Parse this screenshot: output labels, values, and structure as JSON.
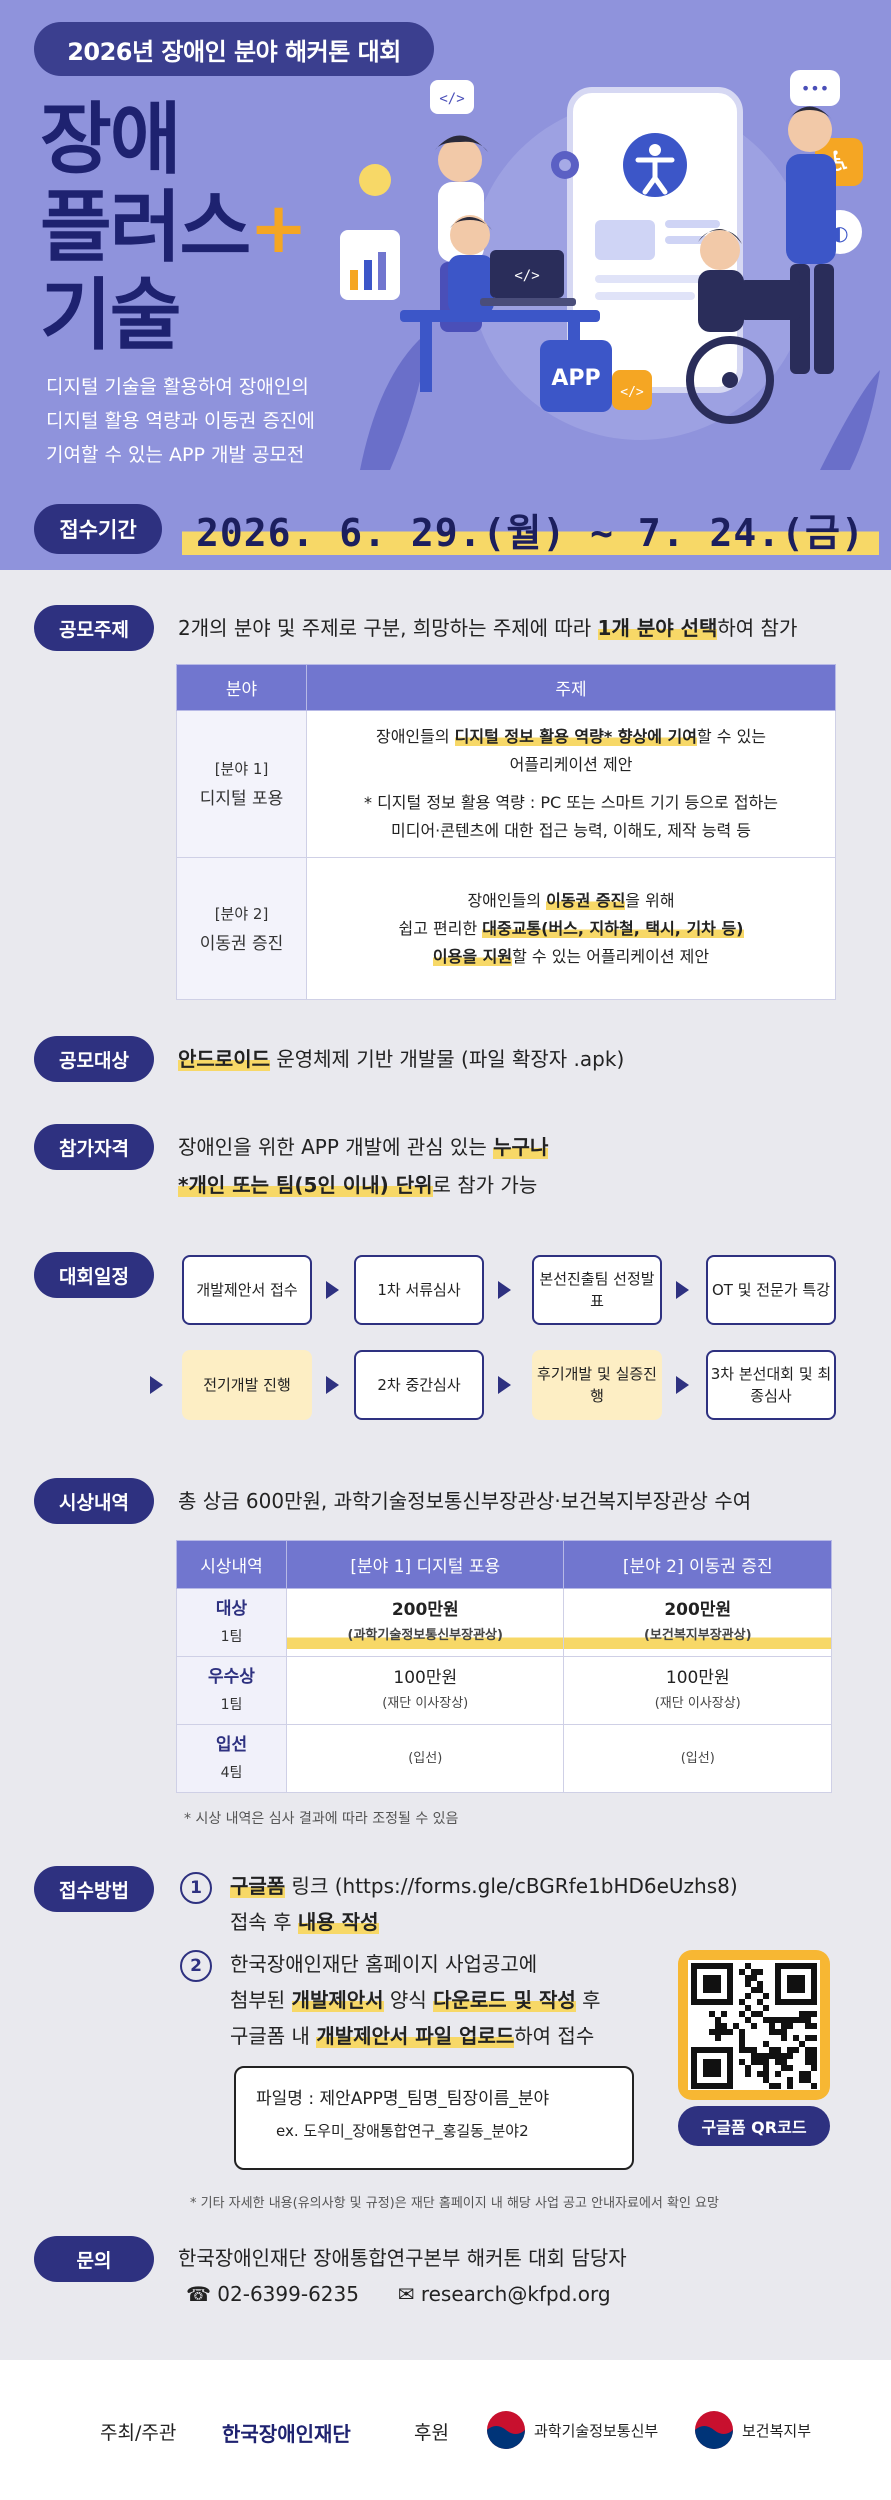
{
  "hero": {
    "badge": "2026년 장애인 분야 해커톤 대회",
    "title_line1": "장애",
    "title_line2": "플러스",
    "title_plus": "+",
    "title_line3": "기술",
    "desc_line1": "디지털 기술을 활용하여 장애인의",
    "desc_line2": "디지털 활용 역량과 이동권 증진에",
    "desc_line3": "기여할 수 있는 APP 개발 공모전",
    "app_tag": "APP",
    "period_label": "접수기간",
    "period_date": "2026. 6. 29.(월) ~ 7. 24.(금)"
  },
  "topic": {
    "label": "공모주제",
    "text_pre": "2개의 분야 및 주제로 구분, 희망하는 주제에 따라 ",
    "text_hl": "1개 분야 선택",
    "text_post": "하여 참가",
    "col_field": "분야",
    "col_topic": "주제",
    "rows": [
      {
        "field_a": "[분야 1]",
        "field_b": "디지털 포용",
        "line1_pre": "장애인들의 ",
        "line1_hl": "디지털 정보 활용 역량* 향상에 기여",
        "line1_post": "할 수 있는",
        "line2": "어플리케이션 제안",
        "line3": "*  디지털 정보 활용 역량 : PC 또는 스마트 기기 등으로 접하는",
        "line4": "미디어·콘텐츠에 대한 접근 능력, 이해도, 제작 능력 등"
      },
      {
        "field_a": "[분야 2]",
        "field_b": "이동권 증진",
        "line1_pre": "장애인들의 ",
        "line1_hl": "이동권 증진",
        "line1_post": "을 위해",
        "line2_pre": "쉽고 편리한 ",
        "line2_hl": "대중교통(버스, 지하철, 택시, 기차 등)",
        "line3_hl": "이용을 지원",
        "line3_post": "할 수 있는 어플리케이션 제안"
      }
    ]
  },
  "target": {
    "label": "공모대상",
    "text_hl": "안드로이드",
    "text_post": " 운영체제 기반 개발물 (파일 확장자 .apk)"
  },
  "qualification": {
    "label": "참가자격",
    "line1_pre": "장애인을 위한 APP 개발에 관심 있는 ",
    "line1_hl": "누구나",
    "line2_hl": "*개인 또는 팀(5인 이내) 단위",
    "line2_post": "로 참가 가능"
  },
  "schedule": {
    "label": "대회일정",
    "steps": [
      "개발제안서 접수",
      "1차 서류심사",
      "본선진출팀 선정발표",
      "OT 및 전문가 특강",
      "전기개발 진행",
      "2차 중간심사",
      "후기개발 및 실증진행",
      "3차 본선대회 및 최종심사"
    ]
  },
  "prize": {
    "label": "시상내역",
    "text": "총 상금 600만원, 과학기술정보통신부장관상·보건복지부장관상 수여",
    "col0": "시상내역",
    "col1": "[분야 1] 디지털 포용",
    "col2": "[분야 2] 이동권 증진",
    "rows": [
      {
        "cat": "대상",
        "team": "1팀",
        "v1": "200만원",
        "v1_sub": "(과학기술정보통신부장관상)",
        "v2": "200만원",
        "v2_sub": "(보건복지부장관상)"
      },
      {
        "cat": "우수상",
        "team": "1팀",
        "v1": "100만원",
        "v1_sub": "(재단 이사장상)",
        "v2": "100만원",
        "v2_sub": "(재단 이사장상)"
      },
      {
        "cat": "입선",
        "team": "4팀",
        "v1": "",
        "v1_sub": "(입선)",
        "v2": "",
        "v2_sub": "(입선)"
      }
    ],
    "note": "* 시상 내역은 심사 결과에 따라 조정될 수 있음"
  },
  "apply": {
    "label": "접수방법",
    "num1": "1",
    "s1_hl": "구글폼",
    "s1_post": " 링크 (https://forms.gle/cBGRfe1bHD6eUzhs8)",
    "s1_line2_pre": "접속 후 ",
    "s1_line2_hl": "내용 작성",
    "num2": "2",
    "s2_line1": "한국장애인재단 홈페이지 사업공고에",
    "s2_line2_pre": "첨부된 ",
    "s2_line2_hl1": "개발제안서",
    "s2_line2_mid": " 양식 ",
    "s2_line2_hl2": "다운로드 및 작성",
    "s2_line2_post": " 후",
    "s2_line3_pre": "구글폼 내 ",
    "s2_line3_hl": "개발제안서 파일 업로드",
    "s2_line3_post": "하여 접수",
    "file_line1": "파일명 : 제안APP명_팀명_팀장이름_분야",
    "file_line2": "ex. 도우미_장애통합연구_홍길동_분야2",
    "qr_label": "구글폼 QR코드",
    "note": "* 기타 자세한 내용(유의사항 및 규정)은 재단 홈페이지 내 해당 사업 공고 안내자료에서 확인 요망"
  },
  "contact": {
    "label": "문의",
    "org": "한국장애인재단 장애통합연구본부 해커톤 대회 담당자",
    "phone_icon": "☎",
    "phone": "02-6399-6235",
    "email_icon": "✉",
    "email": "research@kfpd.org"
  },
  "footer": {
    "host_label": "주최/주관",
    "host_name": "한국장애인재단",
    "sponsor_label": "후원",
    "sponsor1": "과학기술정보통신부",
    "sponsor2": "보건복지부"
  },
  "colors": {
    "hero_bg": "#8f93dc",
    "navy": "#2e3180",
    "highlight": "#f7d867",
    "accent_orange": "#f5a623"
  }
}
